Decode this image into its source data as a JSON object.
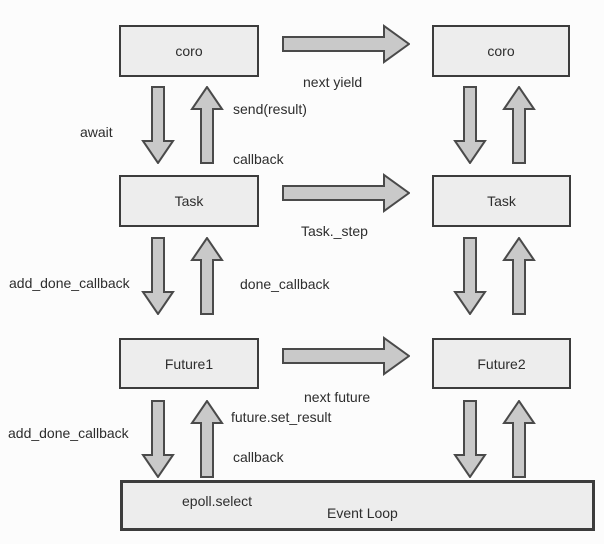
{
  "colors": {
    "background": "#fcfcfc",
    "box_fill": "#ededed",
    "box_border": "#3c3c3c",
    "arrow_fill": "#c9c9c9",
    "arrow_border": "#4a4a4a",
    "text": "#2d2d2d"
  },
  "nodes": {
    "coro_left": "coro",
    "coro_right": "coro",
    "task_left": "Task",
    "task_right": "Task",
    "future1": "Future1",
    "future2": "Future2",
    "epoll_select": "epoll.select",
    "event_loop": "Event Loop"
  },
  "edge_labels": {
    "next_yield": "next yield",
    "send_result": "send(result)",
    "await_kw": "await",
    "callback_top": "callback",
    "task_step": "Task._step",
    "add_done_callback_top": "add_done_callback",
    "done_callback": "done_callback",
    "next_future": "next future",
    "add_done_callback_bottom": "add_done_callback",
    "future_set_result": "future.set_result",
    "callback_bottom": "callback"
  }
}
